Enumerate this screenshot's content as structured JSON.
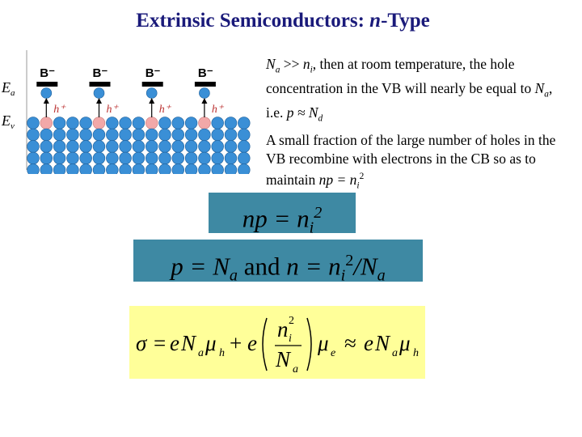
{
  "title": {
    "prefix": "Extrinsic Semiconductors: ",
    "italic": "n",
    "suffix": "-Type"
  },
  "diagram": {
    "acceptor_label": "B⁻",
    "hole_label": "h⁺",
    "energy_acceptor": "E",
    "energy_acceptor_sub": "a",
    "energy_valence": "E",
    "energy_valence_sub": "v",
    "colors": {
      "electron": "#3a8fd6",
      "hole": "#f2a8a8",
      "bar": "#000000"
    }
  },
  "paragraph1": {
    "na": "N",
    "na_sub": "a",
    "gg": " >> ",
    "ni": "n",
    "ni_sub": "i",
    "text1": ", then at room temperature, the hole concentration in the VB will nearly be equal to ",
    "na2": "N",
    "na2_sub": "a",
    "text2": ", i.e. ",
    "approx": "p ≈ N",
    "approx_sub": "d"
  },
  "paragraph2": {
    "text": "A small fraction of the large number of holes in the VB recombine with electrons in the CB so as to maintain ",
    "eq": "np = n",
    "eq_sub": "i",
    "eq_sup": "2"
  },
  "box1": {
    "lhs": "np = n",
    "sub": "i",
    "sup": "2"
  },
  "box2": {
    "p": "p = N",
    "p_sub": "a",
    "and": " and ",
    "n": "n = n",
    "n_sub": "i",
    "n_sup": "2",
    "tail": "/N",
    "tail_sub": "a"
  },
  "equation": {
    "sigma": "σ",
    "eq": "=",
    "e": "e",
    "N": "N",
    "a": "a",
    "mu": "μ",
    "h": "h",
    "plus": "+",
    "n": "n",
    "i": "i",
    "two": "2",
    "approx": "≈",
    "sub_e": "e"
  }
}
